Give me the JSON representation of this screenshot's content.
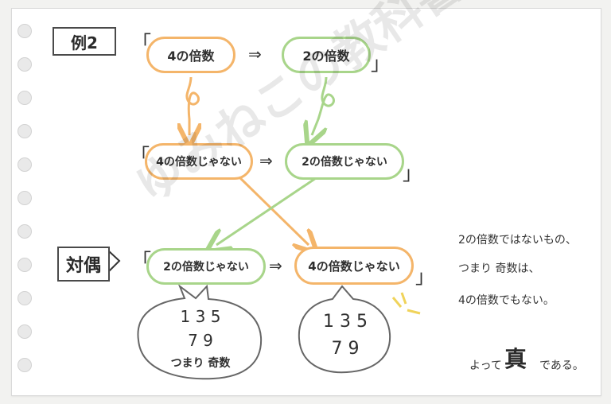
{
  "example_label": "例2",
  "contrapositive_label": "対偶",
  "row1": {
    "left": "4の倍数",
    "arrow": "⇒",
    "right": "2の倍数"
  },
  "row2": {
    "left": "4の倍数じゃない",
    "arrow": "⇒",
    "right": "2の倍数じゃない"
  },
  "row3": {
    "left": "2の倍数じゃない",
    "arrow": "⇒",
    "right": "4の倍数じゃない"
  },
  "bubble_left": {
    "line1": "1 3 5",
    "line2": "7 9",
    "line3": "つまり 奇数"
  },
  "bubble_right": {
    "line1": "1 3 5",
    "line2": "7 9"
  },
  "note": {
    "line1": "2の倍数ではないもの、",
    "line2": "つまり 奇数は、",
    "line3": "4の倍数でもない。",
    "conclusion_pre": "よって",
    "conclusion_big": "真",
    "conclusion_post": "である。"
  },
  "watermark": "ゆみねこの教科書",
  "colors": {
    "orange": "#f4b56a",
    "green": "#a8d58a"
  }
}
